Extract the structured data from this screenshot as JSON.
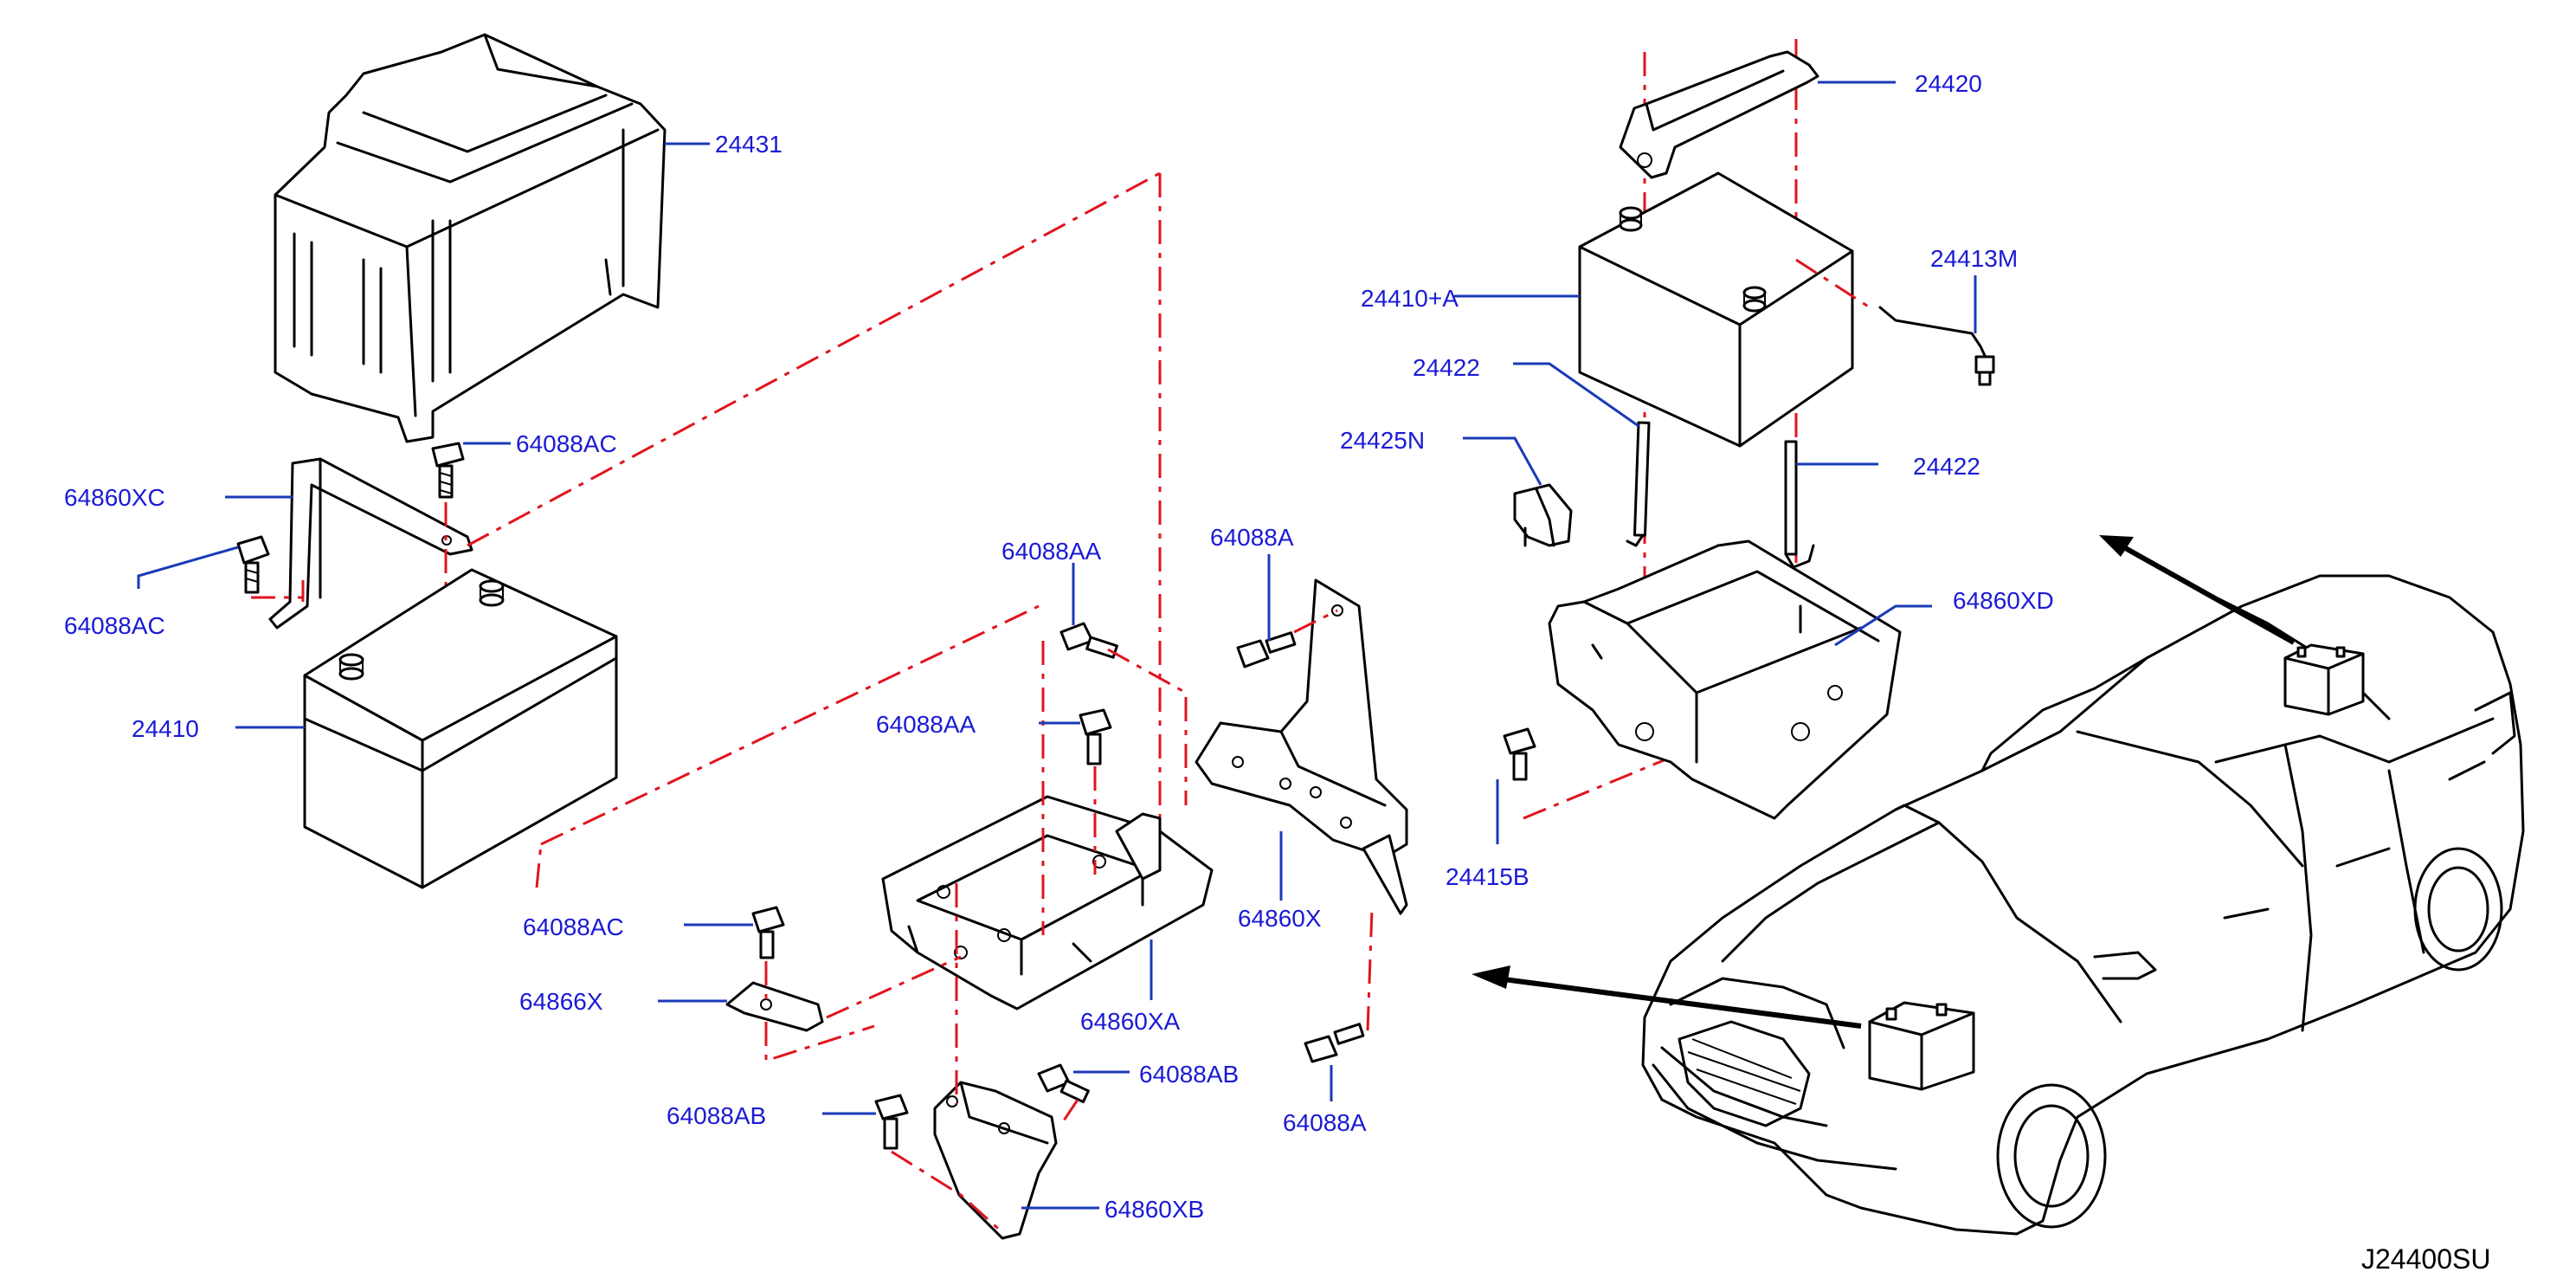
{
  "drawing_code": "J24400SU",
  "parts": {
    "cover_24431": "24431",
    "clamp_64860XC": "64860XC",
    "bolt_64088AC_top": "64088AC",
    "bolt_64088AC_left": "64088AC",
    "battery_24410": "24410",
    "bolt_64088AA_upper": "64088AA",
    "bolt_64088AA_lower": "64088AA",
    "bolt_64088A_upper": "64088A",
    "bracket_64860X": "64860X",
    "tray_64860XA": "64860XA",
    "bolt_64088AC_mid": "64088AC",
    "bracket_64866X": "64866X",
    "bolt_64088AB_left": "64088AB",
    "bolt_64088AB_right": "64088AB",
    "bracket_64860XB": "64860XB",
    "bolt_64088A_lower": "64088A",
    "frame_24420": "24420",
    "battery_24410A": "24410+A",
    "rod_24413M": "24413M",
    "rod_24422_left": "24422",
    "rod_24422_right": "24422",
    "clip_24425N": "24425N",
    "tray_64860XD": "64860XD",
    "bolt_24415B": "24415B"
  }
}
